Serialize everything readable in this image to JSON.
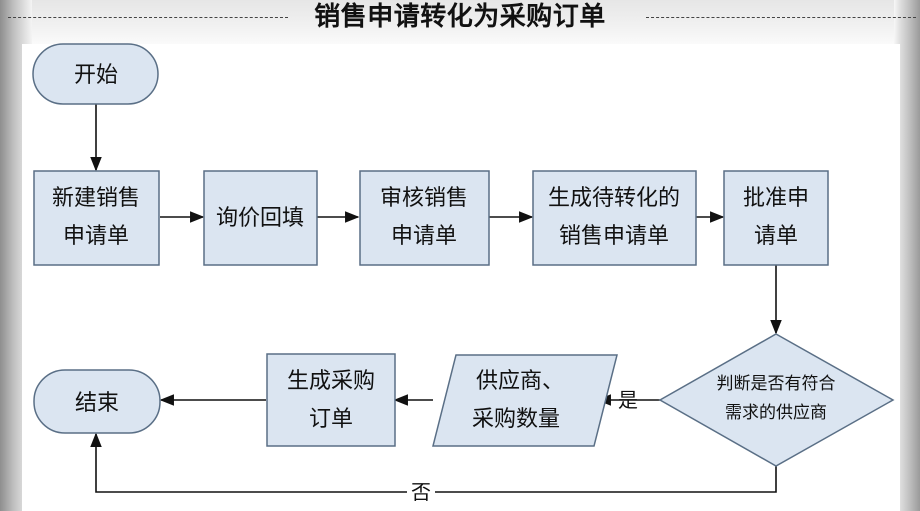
{
  "title": "销售申请转化为采购订单",
  "flow": {
    "start": "开始",
    "end": "结束",
    "steps": [
      {
        "line1": "新建销售",
        "line2": "申请单"
      },
      {
        "line1": "询价回填",
        "line2": ""
      },
      {
        "line1": "审核销售",
        "line2": "申请单"
      },
      {
        "line1": "生成待转化的",
        "line2": "销售申请单"
      },
      {
        "line1": "批准申",
        "line2": "请单"
      }
    ],
    "decision": {
      "line1": "判断是否有符合",
      "line2": "需求的供应商"
    },
    "io": {
      "line1": "供应商、",
      "line2": "采购数量"
    },
    "generate": {
      "line1": "生成采购",
      "line2": "订单"
    },
    "yes_label": "是",
    "no_label": "否"
  },
  "colors": {
    "box_fill": "#dbe5f1",
    "box_stroke": "#5a6f86",
    "line": "#111111"
  }
}
